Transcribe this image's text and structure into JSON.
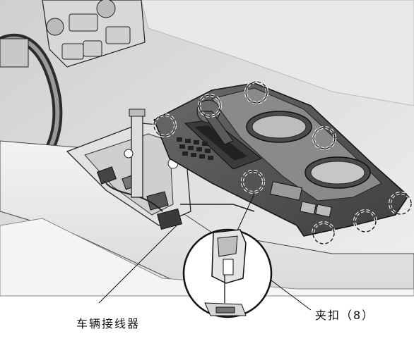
{
  "callouts": {
    "harness": "车辆接线器",
    "clip": "夹扣（8）"
  },
  "clip_markers": {
    "count": 8,
    "style": "dashed-circle"
  },
  "colors": {
    "line": "#1a1a1a",
    "panel_dark": "#555555",
    "trim_light": "#e6e6e6",
    "background": "#ffffff"
  }
}
